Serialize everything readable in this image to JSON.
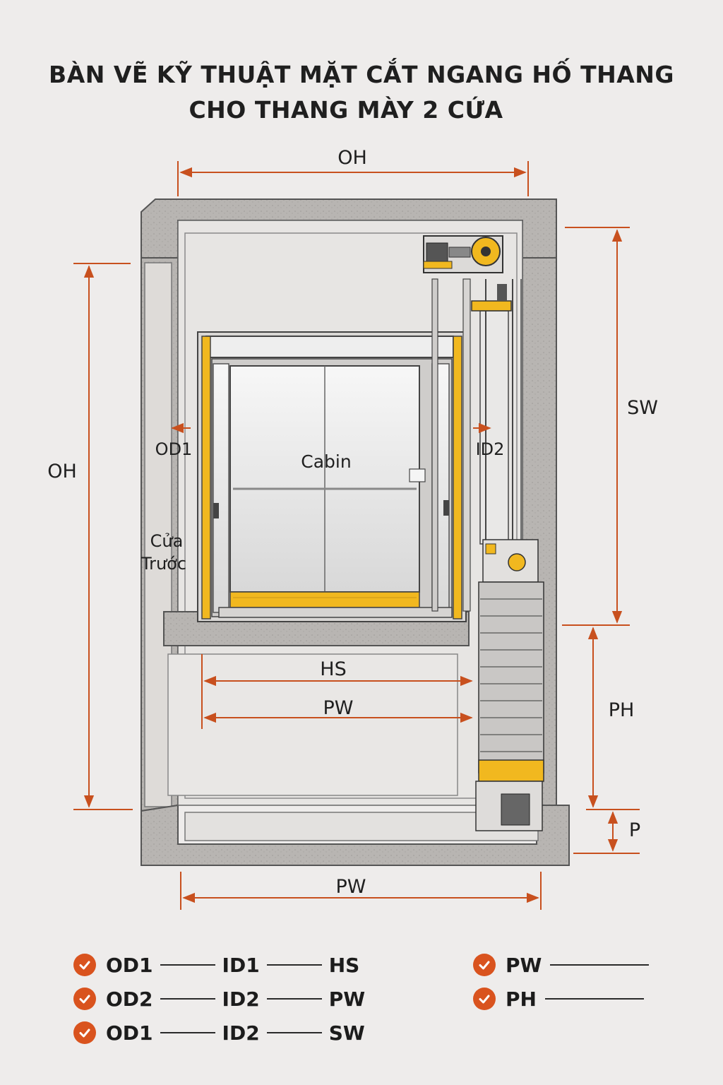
{
  "title": {
    "line1": "BÀN VẼ KỸ THUẬT MẶT CẮT NGANG HỐ THANG",
    "line2": "CHO THANG MÀY 2 CỨA"
  },
  "diagram": {
    "labels": {
      "oh_top": "OH",
      "oh_left": "OH",
      "sw": "SW",
      "ph": "PH",
      "p": "P",
      "pw_bottom": "PW",
      "hs": "HS",
      "pw_inner": "PW",
      "od1": "OD1",
      "id2": "ID2",
      "cabin": "Cabin",
      "front_door_1": "Cửa",
      "front_door_2": "Trước"
    },
    "colors": {
      "dimension": "#c8501e",
      "wall": "#b9b6b3",
      "accent": "#f1b81f",
      "line": "#3a3a3a"
    }
  },
  "legend": {
    "rows": [
      [
        "OD1",
        "ID1",
        "HS"
      ],
      [
        "OD2",
        "ID2",
        "PW"
      ],
      [
        "OD1",
        "ID2",
        "SW"
      ]
    ],
    "right": [
      "PW",
      "PH"
    ],
    "icon": "check-circle-icon"
  }
}
